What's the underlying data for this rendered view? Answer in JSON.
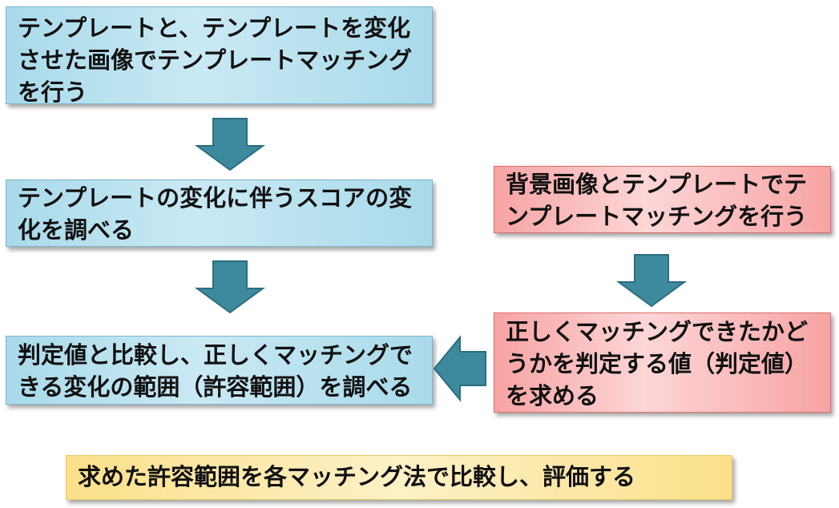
{
  "boxes": {
    "template_matching": "テンプレートと、テンプレートを変化\nさせた画像でテンプレートマッチング\nを行う",
    "score_change": "テンプレートの変化に伴うスコアの変\n化を調べる",
    "tolerance_range": "判定値と比較し、正しくマッチングで\nきる変化の範囲（許容範囲）を調べる",
    "background_matching": "背景画像とテンプレートでテ\nンプレートマッチングを行う",
    "decision_value": "正しくマッチングできたかど\nうかを判定する値（判定値）\nを求める",
    "evaluation": "求めた許容範囲を各マッチング法で比較し、評価する"
  },
  "colors": {
    "blue_box": "#a9daea",
    "red_box": "#f7a3a3",
    "yellow_box": "#fbe08a",
    "arrow": "#3d8a9e"
  }
}
